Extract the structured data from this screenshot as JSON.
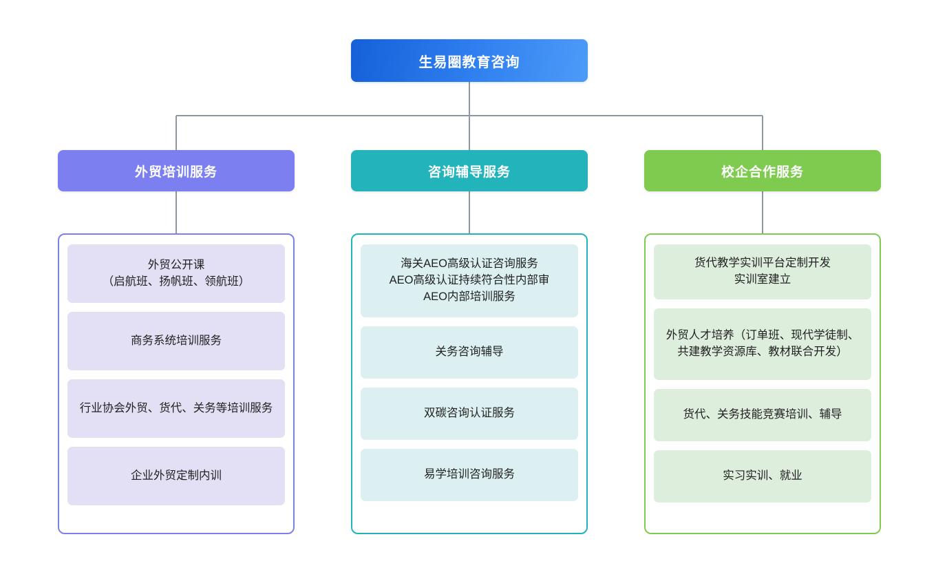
{
  "diagram": {
    "type": "org-chart",
    "orientation": "top-down",
    "connector_color": "#8b97a4",
    "background_color": "#ffffff",
    "root": {
      "label": "生易圈教育咨询",
      "fill_start": "#1560d8",
      "fill_end": "#4d9bf7",
      "text_color": "#ffffff"
    },
    "branches": [
      {
        "label": "外贸培训服务",
        "header_color": "#7b7ff0",
        "border_color": "#7b7ff0",
        "card_color": "#e3dff4",
        "items": [
          {
            "label": "外贸公开课\n（启航班、扬帆班、领航班）"
          },
          {
            "label": "商务系统培训服务"
          },
          {
            "label": "行业协会外贸、货代、关务等培训服务"
          },
          {
            "label": "企业外贸定制内训"
          }
        ]
      },
      {
        "label": "咨询辅导服务",
        "header_color": "#23b4bb",
        "border_color": "#1fb5b8",
        "card_color": "#dcf0f1",
        "items": [
          {
            "label": "海关AEO高级认证咨询服务\nAEO高级认证持续符合性内部审\nAEO内部培训服务"
          },
          {
            "label": "关务咨询辅导"
          },
          {
            "label": "双碳咨询认证服务"
          },
          {
            "label": "易学培训咨询服务"
          }
        ]
      },
      {
        "label": "校企合作服务",
        "header_color": "#7ecb4f",
        "border_color": "#7ecb4f",
        "card_color": "#ddeedd",
        "items": [
          {
            "label": "货代教学实训平台定制开发\n实训室建立"
          },
          {
            "label": "外贸人才培养（订单班、现代学徒制、共建教学资源库、教材联合开发）"
          },
          {
            "label": "货代、关务技能竞赛培训、辅导"
          },
          {
            "label": "实习实训、就业"
          }
        ]
      }
    ]
  }
}
